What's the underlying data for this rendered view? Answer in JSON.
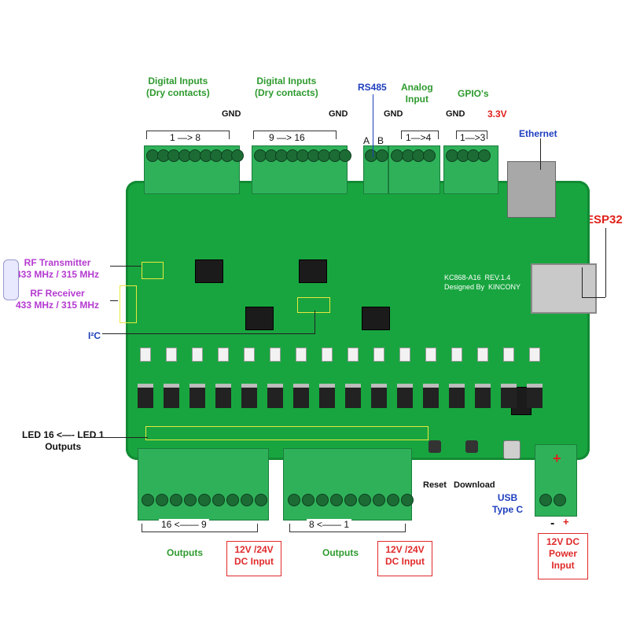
{
  "labels": {
    "digital_inputs_1": "Digital Inputs\n(Dry contacts)",
    "digital_inputs_2": "Digital Inputs\n(Dry contacts)",
    "gnd_1": "GND",
    "gnd_2": "GND",
    "range_1_8": "1 —> 8",
    "range_9_16": "9 —> 16",
    "rs485": "RS485",
    "a": "A",
    "b": "B",
    "gnd_3": "GND",
    "analog_input": "Analog\nInput",
    "range_analog": "1—>4",
    "gnd_4": "GND",
    "gpios": "GPIO's",
    "range_gpio": "1—>3",
    "v33": "3.3V",
    "ethernet": "Ethernet",
    "esp32": "ESP32",
    "rf_transmitter": "RF Transmitter\n433 MHz / 315 MHz",
    "rf_receiver": "RF Receiver\n433 MHz / 315 MHz",
    "i2c": "I²C",
    "led_outputs": "LED 16 <—- LED 1\nOutputs",
    "range_16_9": "16 <—— 9",
    "range_8_1": "8 <—— 1",
    "outputs_1": "Outputs",
    "outputs_2": "Outputs",
    "dc_input_1": "12V /24V\nDC Input",
    "dc_input_2": "12V /24V\nDC Input",
    "reset": "Reset",
    "download": "Download",
    "usb_type_c": "USB\nType C",
    "power_input": "12V DC\nPower\nInput",
    "minus": "-",
    "plus": "+"
  },
  "board_text": {
    "model": "KC868-A16",
    "revision": "REV.1.4",
    "designed_by": "Designed By",
    "maker": "KINCONY"
  },
  "colors": {
    "pcb": "#18a53f",
    "terminal": "#2fb15a",
    "label_green": "#2e9a2e",
    "label_blue": "#1f3fbf",
    "label_purple": "#b43ad0",
    "label_red": "#e0201a"
  }
}
